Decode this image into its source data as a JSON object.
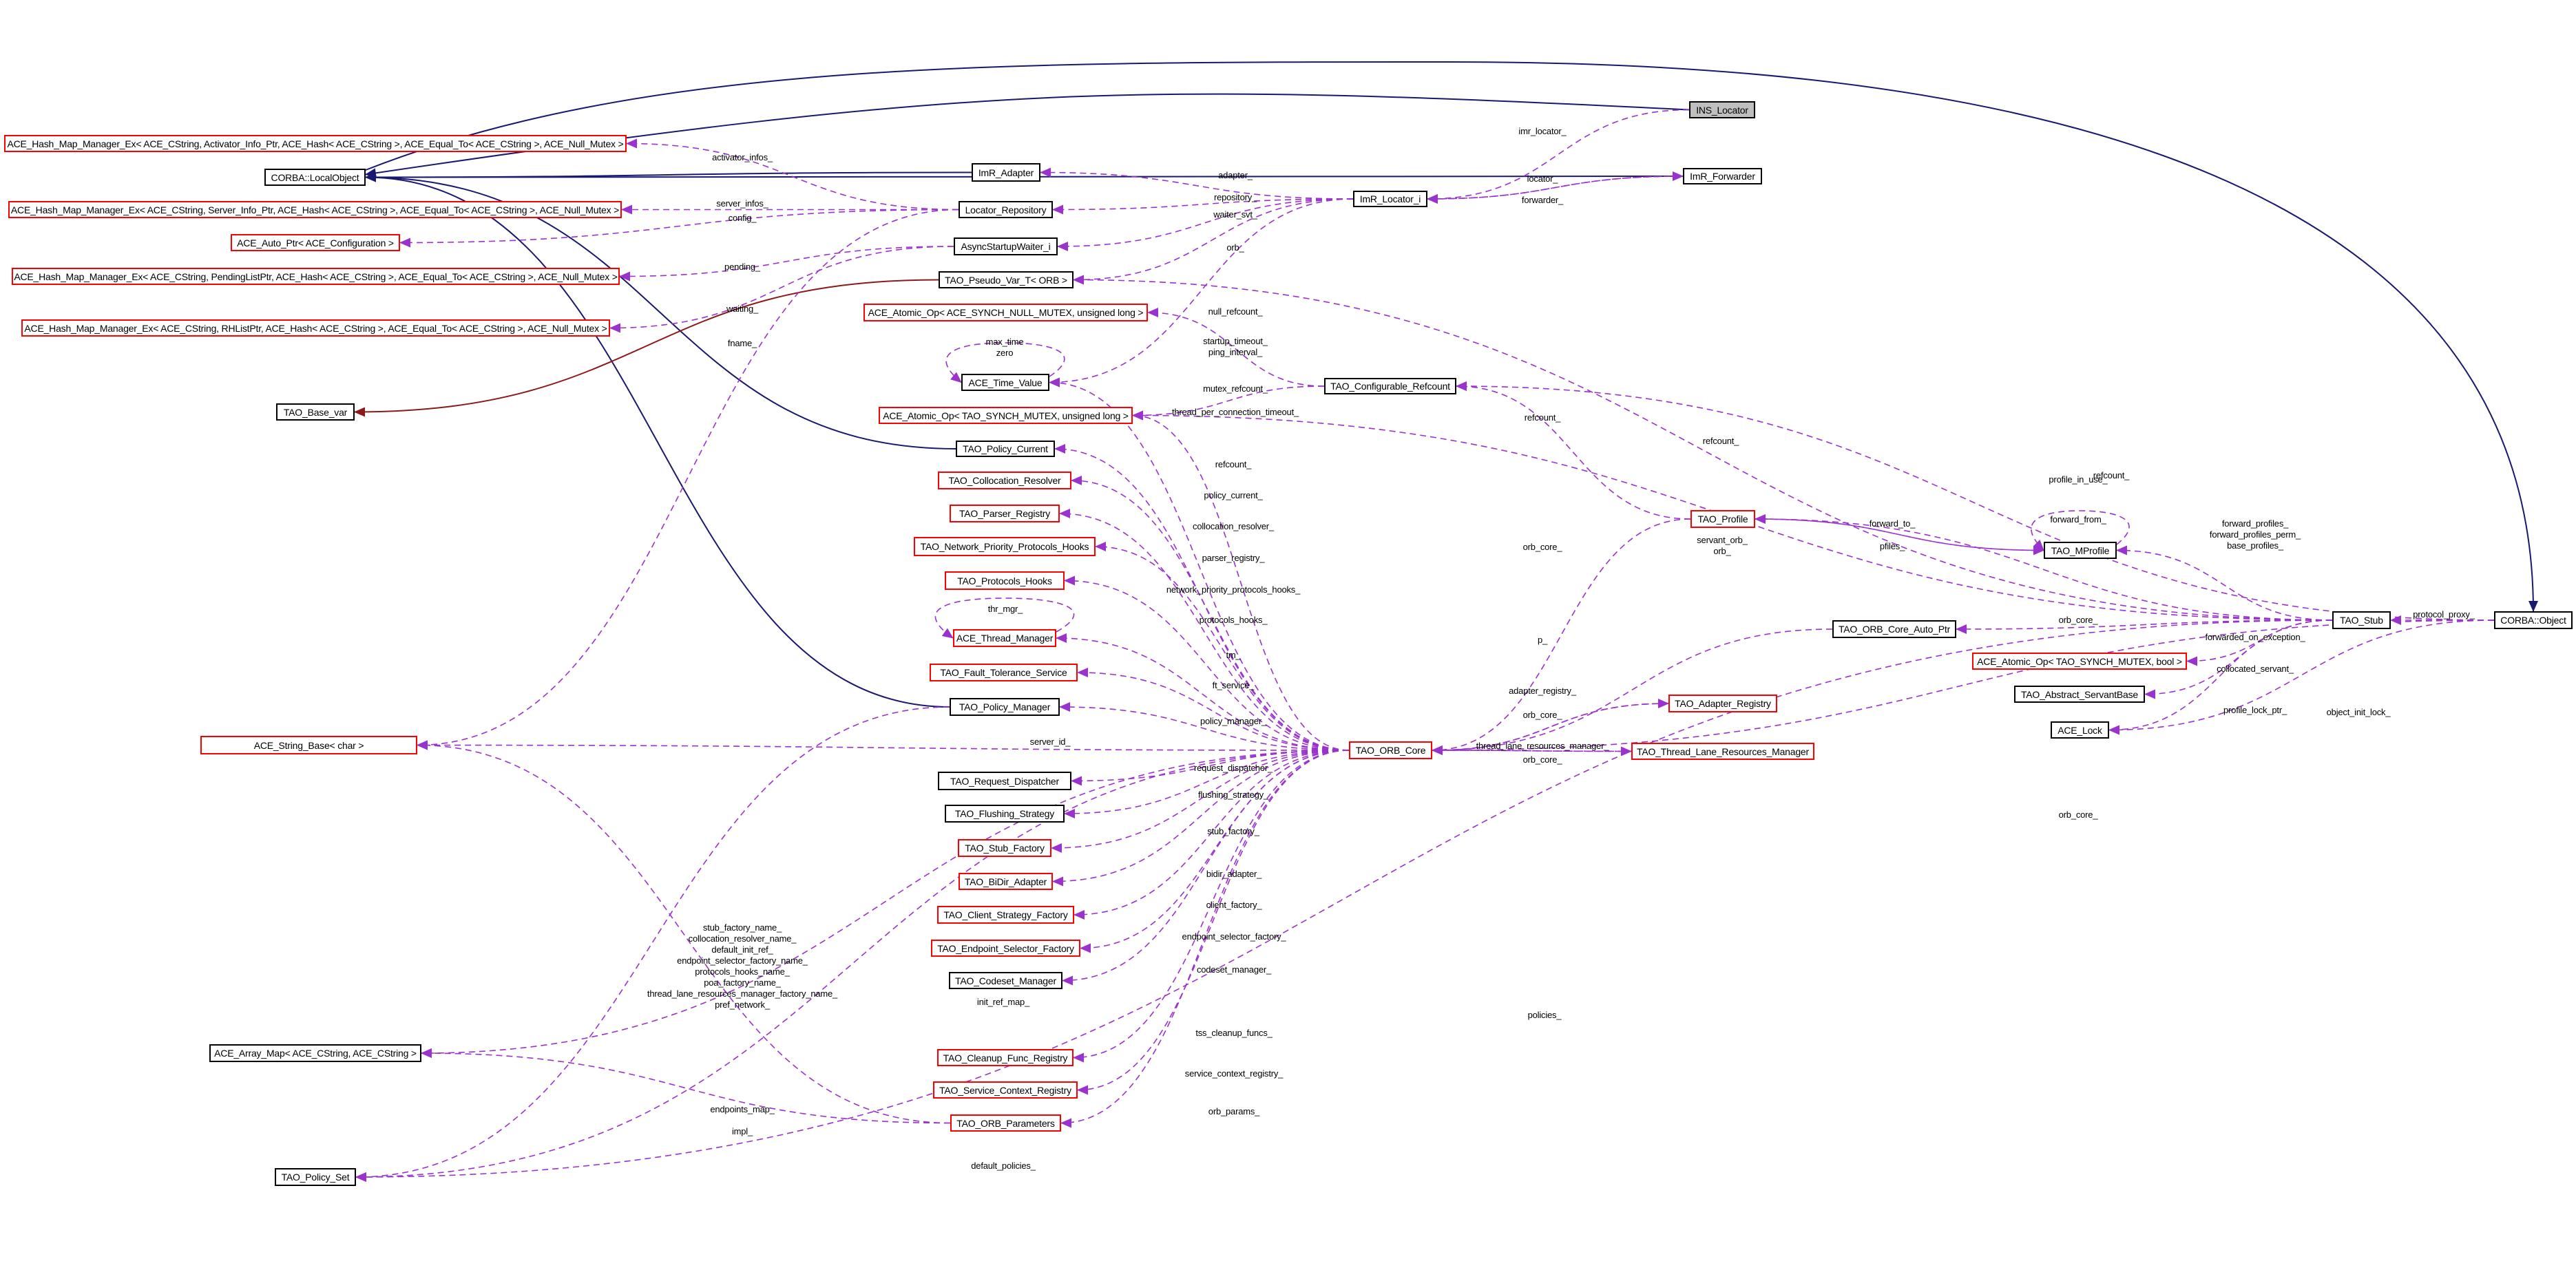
{
  "colors": {
    "inheritance": "#191970",
    "usage": "#9a32cd",
    "template": "#8b1a1a",
    "node_border_default": "#000000",
    "node_border_incomplete": "#ff0000",
    "node_highlight_fill": "#bfbfbf"
  },
  "nodes": [
    {
      "id": "ins_locator",
      "name": "INS_Locator",
      "style": "highlight"
    },
    {
      "id": "corba_localobject",
      "name": "CORBA::LocalObject",
      "style": "normal"
    },
    {
      "id": "hash_activator",
      "name": "ACE_Hash_Map_Manager_Ex< ACE_CString, Activator_Info_Ptr, ACE_Hash< ACE_CString >, ACE_Equal_To< ACE_CString >, ACE_Null_Mutex >",
      "style": "red"
    },
    {
      "id": "hash_server",
      "name": "ACE_Hash_Map_Manager_Ex< ACE_CString, Server_Info_Ptr, ACE_Hash< ACE_CString >, ACE_Equal_To< ACE_CString >, ACE_Null_Mutex >",
      "style": "red"
    },
    {
      "id": "auto_ptr_config",
      "name": "ACE_Auto_Ptr< ACE_Configuration >",
      "style": "red"
    },
    {
      "id": "hash_pending",
      "name": "ACE_Hash_Map_Manager_Ex< ACE_CString, PendingListPtr, ACE_Hash< ACE_CString >, ACE_Equal_To< ACE_CString >, ACE_Null_Mutex >",
      "style": "red"
    },
    {
      "id": "hash_rhlist",
      "name": "ACE_Hash_Map_Manager_Ex< ACE_CString, RHListPtr, ACE_Hash< ACE_CString >, ACE_Equal_To< ACE_CString >, ACE_Null_Mutex >",
      "style": "red"
    },
    {
      "id": "tao_base_var",
      "name": "TAO_Base_var",
      "style": "normal"
    },
    {
      "id": "ace_string_base",
      "name": "ACE_String_Base< char >",
      "style": "red"
    },
    {
      "id": "ace_array_map",
      "name": "ACE_Array_Map< ACE_CString, ACE_CString >",
      "style": "normal"
    },
    {
      "id": "tao_policy_set",
      "name": "TAO_Policy_Set",
      "style": "normal"
    },
    {
      "id": "imr_adapter",
      "name": "ImR_Adapter",
      "style": "normal"
    },
    {
      "id": "locator_repository",
      "name": "Locator_Repository",
      "style": "normal"
    },
    {
      "id": "async_startup_waiter",
      "name": "AsyncStartupWaiter_i",
      "style": "normal"
    },
    {
      "id": "pseudo_var_orb",
      "name": "TAO_Pseudo_Var_T< ORB >",
      "style": "normal"
    },
    {
      "id": "atomic_null",
      "name": "ACE_Atomic_Op< ACE_SYNCH_NULL_MUTEX, unsigned long >",
      "style": "red"
    },
    {
      "id": "ace_time_value",
      "name": "ACE_Time_Value",
      "style": "normal"
    },
    {
      "id": "atomic_synch_ulong",
      "name": "ACE_Atomic_Op< TAO_SYNCH_MUTEX, unsigned long >",
      "style": "red"
    },
    {
      "id": "policy_current",
      "name": "TAO_Policy_Current",
      "style": "normal"
    },
    {
      "id": "collocation_resolver",
      "name": "TAO_Collocation_Resolver",
      "style": "red"
    },
    {
      "id": "parser_registry",
      "name": "TAO_Parser_Registry",
      "style": "red"
    },
    {
      "id": "network_hooks",
      "name": "TAO_Network_Priority_Protocols_Hooks",
      "style": "red"
    },
    {
      "id": "protocols_hooks",
      "name": "TAO_Protocols_Hooks",
      "style": "red"
    },
    {
      "id": "thread_manager",
      "name": "ACE_Thread_Manager",
      "style": "red"
    },
    {
      "id": "fault_tolerance",
      "name": "TAO_Fault_Tolerance_Service",
      "style": "red"
    },
    {
      "id": "policy_manager",
      "name": "TAO_Policy_Manager",
      "style": "normal"
    },
    {
      "id": "request_dispatcher",
      "name": "TAO_Request_Dispatcher",
      "style": "normal"
    },
    {
      "id": "flushing_strategy",
      "name": "TAO_Flushing_Strategy",
      "style": "normal"
    },
    {
      "id": "stub_factory",
      "name": "TAO_Stub_Factory",
      "style": "red"
    },
    {
      "id": "bidir_adapter",
      "name": "TAO_BiDir_Adapter",
      "style": "red"
    },
    {
      "id": "client_strategy",
      "name": "TAO_Client_Strategy_Factory",
      "style": "red"
    },
    {
      "id": "endpoint_selector",
      "name": "TAO_Endpoint_Selector_Factory",
      "style": "red"
    },
    {
      "id": "codeset_manager",
      "name": "TAO_Codeset_Manager",
      "style": "normal"
    },
    {
      "id": "cleanup_func",
      "name": "TAO_Cleanup_Func_Registry",
      "style": "red"
    },
    {
      "id": "service_context",
      "name": "TAO_Service_Context_Registry",
      "style": "red"
    },
    {
      "id": "orb_parameters",
      "name": "TAO_ORB_Parameters",
      "style": "red"
    },
    {
      "id": "imr_locator_i",
      "name": "ImR_Locator_i",
      "style": "normal"
    },
    {
      "id": "imr_forwarder",
      "name": "ImR_Forwarder",
      "style": "normal"
    },
    {
      "id": "configurable_refcount",
      "name": "TAO_Configurable_Refcount",
      "style": "normal"
    },
    {
      "id": "tao_profile",
      "name": "TAO_Profile",
      "style": "red"
    },
    {
      "id": "tao_mprofile",
      "name": "TAO_MProfile",
      "style": "normal"
    },
    {
      "id": "tao_stub",
      "name": "TAO_Stub",
      "style": "normal"
    },
    {
      "id": "corba_object",
      "name": "CORBA::Object",
      "style": "normal"
    },
    {
      "id": "orb_core_auto_ptr",
      "name": "TAO_ORB_Core_Auto_Ptr",
      "style": "normal"
    },
    {
      "id": "atomic_bool",
      "name": "ACE_Atomic_Op< TAO_SYNCH_MUTEX, bool >",
      "style": "red"
    },
    {
      "id": "abstract_servant",
      "name": "TAO_Abstract_ServantBase",
      "style": "normal"
    },
    {
      "id": "ace_lock",
      "name": "ACE_Lock",
      "style": "normal"
    },
    {
      "id": "adapter_registry",
      "name": "TAO_Adapter_Registry",
      "style": "red"
    },
    {
      "id": "orb_core",
      "name": "TAO_ORB_Core",
      "style": "red"
    },
    {
      "id": "thread_lane",
      "name": "TAO_Thread_Lane_Resources_Manager",
      "style": "red"
    }
  ],
  "edges": [
    {
      "from": "ins_locator",
      "to": "corba_localobject",
      "type": "inheritance",
      "label": ""
    },
    {
      "from": "imr_forwarder",
      "to": "corba_localobject",
      "type": "inheritance",
      "label": ""
    },
    {
      "from": "imr_adapter",
      "to": "corba_localobject",
      "type": "inheritance",
      "label": ""
    },
    {
      "from": "policy_current",
      "to": "corba_localobject",
      "type": "inheritance",
      "label": ""
    },
    {
      "from": "policy_manager",
      "to": "corba_localobject",
      "type": "inheritance",
      "label": ""
    },
    {
      "from": "corba_localobject",
      "to": "corba_object",
      "type": "inheritance",
      "label": ""
    },
    {
      "from": "pseudo_var_orb",
      "to": "tao_base_var",
      "type": "template",
      "label": ""
    },
    {
      "from": "ins_locator",
      "to": "imr_locator_i",
      "type": "usage",
      "label": "imr_locator_"
    },
    {
      "from": "imr_locator_i",
      "to": "imr_adapter",
      "type": "usage",
      "label": "adapter_"
    },
    {
      "from": "imr_forwarder",
      "to": "imr_locator_i",
      "type": "usage",
      "label": "locator_"
    },
    {
      "from": "imr_locator_i",
      "to": "imr_forwarder",
      "type": "usage",
      "label": "forwarder_"
    },
    {
      "from": "imr_locator_i",
      "to": "locator_repository",
      "type": "usage",
      "label": "repository_"
    },
    {
      "from": "imr_locator_i",
      "to": "async_startup_waiter",
      "type": "usage",
      "label": "waiter_svt_"
    },
    {
      "from": "imr_locator_i",
      "to": "pseudo_var_orb",
      "type": "usage",
      "label": "orb_"
    },
    {
      "from": "imr_locator_i",
      "to": "ace_time_value",
      "type": "usage",
      "label": "startup_timeout_\nping_interval_"
    },
    {
      "from": "locator_repository",
      "to": "hash_activator",
      "type": "usage",
      "label": "activator_infos_"
    },
    {
      "from": "locator_repository",
      "to": "hash_server",
      "type": "usage",
      "label": "server_infos_"
    },
    {
      "from": "locator_repository",
      "to": "auto_ptr_config",
      "type": "usage",
      "label": "config_"
    },
    {
      "from": "async_startup_waiter",
      "to": "hash_pending",
      "type": "usage",
      "label": "pending_"
    },
    {
      "from": "async_startup_waiter",
      "to": "hash_rhlist",
      "type": "usage",
      "label": "waiting_"
    },
    {
      "from": "locator_repository",
      "to": "ace_string_base",
      "type": "usage",
      "label": "fname_"
    },
    {
      "from": "ace_time_value",
      "to": "ace_time_value",
      "type": "usage",
      "label": "max_time\nzero"
    },
    {
      "from": "configurable_refcount",
      "to": "atomic_null",
      "type": "usage",
      "label": "null_refcount_"
    },
    {
      "from": "configurable_refcount",
      "to": "atomic_synch_ulong",
      "type": "usage",
      "label": "mutex_refcount_"
    },
    {
      "from": "orb_core",
      "to": "ace_time_value",
      "type": "usage",
      "label": "thread_per_connection_timeout_"
    },
    {
      "from": "tao_profile",
      "to": "configurable_refcount",
      "type": "usage",
      "label": "refcount_"
    },
    {
      "from": "tao_stub",
      "to": "atomic_synch_ulong",
      "type": "usage",
      "label": "refcount_"
    },
    {
      "from": "corba_object",
      "to": "configurable_refcount",
      "type": "usage",
      "label": "refcount_"
    },
    {
      "from": "orb_core",
      "to": "atomic_synch_ulong",
      "type": "usage",
      "label": "refcount_"
    },
    {
      "from": "orb_core",
      "to": "policy_current",
      "type": "usage",
      "label": "policy_current_"
    },
    {
      "from": "orb_core",
      "to": "collocation_resolver",
      "type": "usage",
      "label": "collocation_resolver_"
    },
    {
      "from": "orb_core",
      "to": "parser_registry",
      "type": "usage",
      "label": "parser_registry_"
    },
    {
      "from": "orb_core",
      "to": "network_hooks",
      "type": "usage",
      "label": "network_priority_protocols_hooks_"
    },
    {
      "from": "orb_core",
      "to": "protocols_hooks",
      "type": "usage",
      "label": "protocols_hooks_"
    },
    {
      "from": "thread_manager",
      "to": "thread_manager",
      "type": "usage",
      "label": "thr_mgr_"
    },
    {
      "from": "orb_core",
      "to": "thread_manager",
      "type": "usage",
      "label": "tm_"
    },
    {
      "from": "orb_core",
      "to": "fault_tolerance",
      "type": "usage",
      "label": "ft_service_"
    },
    {
      "from": "orb_core",
      "to": "policy_manager",
      "type": "usage",
      "label": "policy_manager_"
    },
    {
      "from": "orb_core",
      "to": "ace_string_base",
      "type": "usage",
      "label": "server_id_"
    },
    {
      "from": "orb_core",
      "to": "request_dispatcher",
      "type": "usage",
      "label": "request_dispatcher_"
    },
    {
      "from": "orb_core",
      "to": "flushing_strategy",
      "type": "usage",
      "label": "flushing_strategy_"
    },
    {
      "from": "orb_core",
      "to": "stub_factory",
      "type": "usage",
      "label": "stub_factory_"
    },
    {
      "from": "orb_core",
      "to": "bidir_adapter",
      "type": "usage",
      "label": "bidir_adapter_"
    },
    {
      "from": "orb_core",
      "to": "client_strategy",
      "type": "usage",
      "label": "client_factory_"
    },
    {
      "from": "orb_core",
      "to": "endpoint_selector",
      "type": "usage",
      "label": "endpoint_selector_factory_"
    },
    {
      "from": "orb_core",
      "to": "codeset_manager",
      "type": "usage",
      "label": "codeset_manager_"
    },
    {
      "from": "orb_core",
      "to": "ace_array_map",
      "type": "usage",
      "label": "init_ref_map_"
    },
    {
      "from": "orb_core",
      "to": "cleanup_func",
      "type": "usage",
      "label": "tss_cleanup_funcs_"
    },
    {
      "from": "orb_core",
      "to": "service_context",
      "type": "usage",
      "label": "service_context_registry_"
    },
    {
      "from": "orb_core",
      "to": "orb_parameters",
      "type": "usage",
      "label": "orb_params_"
    },
    {
      "from": "orb_core",
      "to": "tao_policy_set",
      "type": "usage",
      "label": "default_policies_"
    },
    {
      "from": "orb_parameters",
      "to": "ace_string_base",
      "type": "usage",
      "label": "stub_factory_name_\ncollocation_resolver_name_\ndefault_init_ref_\nendpoint_selector_factory_name_\nprotocols_hooks_name_\npoa_factory_name_\nthread_lane_resources_manager_factory_name_\npref_network_"
    },
    {
      "from": "orb_parameters",
      "to": "ace_array_map",
      "type": "usage",
      "label": "endpoints_map_"
    },
    {
      "from": "policy_manager",
      "to": "tao_policy_set",
      "type": "usage",
      "label": "impl_"
    },
    {
      "from": "tao_stub",
      "to": "tao_policy_set",
      "type": "usage",
      "label": "policies_"
    },
    {
      "from": "tao_profile",
      "to": "orb_core",
      "type": "usage",
      "label": "orb_core_"
    },
    {
      "from": "orb_core_auto_ptr",
      "to": "orb_core",
      "type": "usage",
      "label": "p_"
    },
    {
      "from": "orb_core",
      "to": "adapter_registry",
      "type": "usage",
      "label": "adapter_registry_"
    },
    {
      "from": "adapter_registry",
      "to": "orb_core",
      "type": "usage",
      "label": "orb_core_"
    },
    {
      "from": "orb_core",
      "to": "thread_lane",
      "type": "usage",
      "label": "thread_lane_resources_manager_"
    },
    {
      "from": "thread_lane",
      "to": "orb_core",
      "type": "usage",
      "label": "orb_core_"
    },
    {
      "from": "corba_object",
      "to": "orb_core",
      "type": "usage",
      "label": "orb_core_"
    },
    {
      "from": "tao_stub",
      "to": "tao_profile",
      "type": "usage",
      "label": "profile_in_use_"
    },
    {
      "from": "tao_profile",
      "to": "tao_mprofile",
      "type": "usage",
      "label": "forward_to_"
    },
    {
      "from": "tao_mprofile",
      "to": "tao_profile",
      "type": "usage",
      "label": "pfiles_"
    },
    {
      "from": "tao_mprofile",
      "to": "tao_mprofile",
      "type": "usage",
      "label": "forward_from_"
    },
    {
      "from": "tao_stub",
      "to": "tao_mprofile",
      "type": "usage",
      "label": "forward_profiles_\nforward_profiles_perm_\nbase_profiles_"
    },
    {
      "from": "tao_stub",
      "to": "pseudo_var_orb",
      "type": "usage",
      "label": "servant_orb_\norb_"
    },
    {
      "from": "tao_stub",
      "to": "orb_core_auto_ptr",
      "type": "usage",
      "label": "orb_core_"
    },
    {
      "from": "corba_object",
      "to": "tao_stub",
      "type": "usage",
      "label": "protocol_proxy_"
    },
    {
      "from": "tao_stub",
      "to": "atomic_bool",
      "type": "usage",
      "label": "forwarded_on_exception_"
    },
    {
      "from": "tao_stub",
      "to": "abstract_servant",
      "type": "usage",
      "label": "collocated_servant_"
    },
    {
      "from": "tao_stub",
      "to": "ace_lock",
      "type": "usage",
      "label": "profile_lock_ptr_"
    },
    {
      "from": "corba_object",
      "to": "ace_lock",
      "type": "usage",
      "label": "object_init_lock_"
    }
  ]
}
